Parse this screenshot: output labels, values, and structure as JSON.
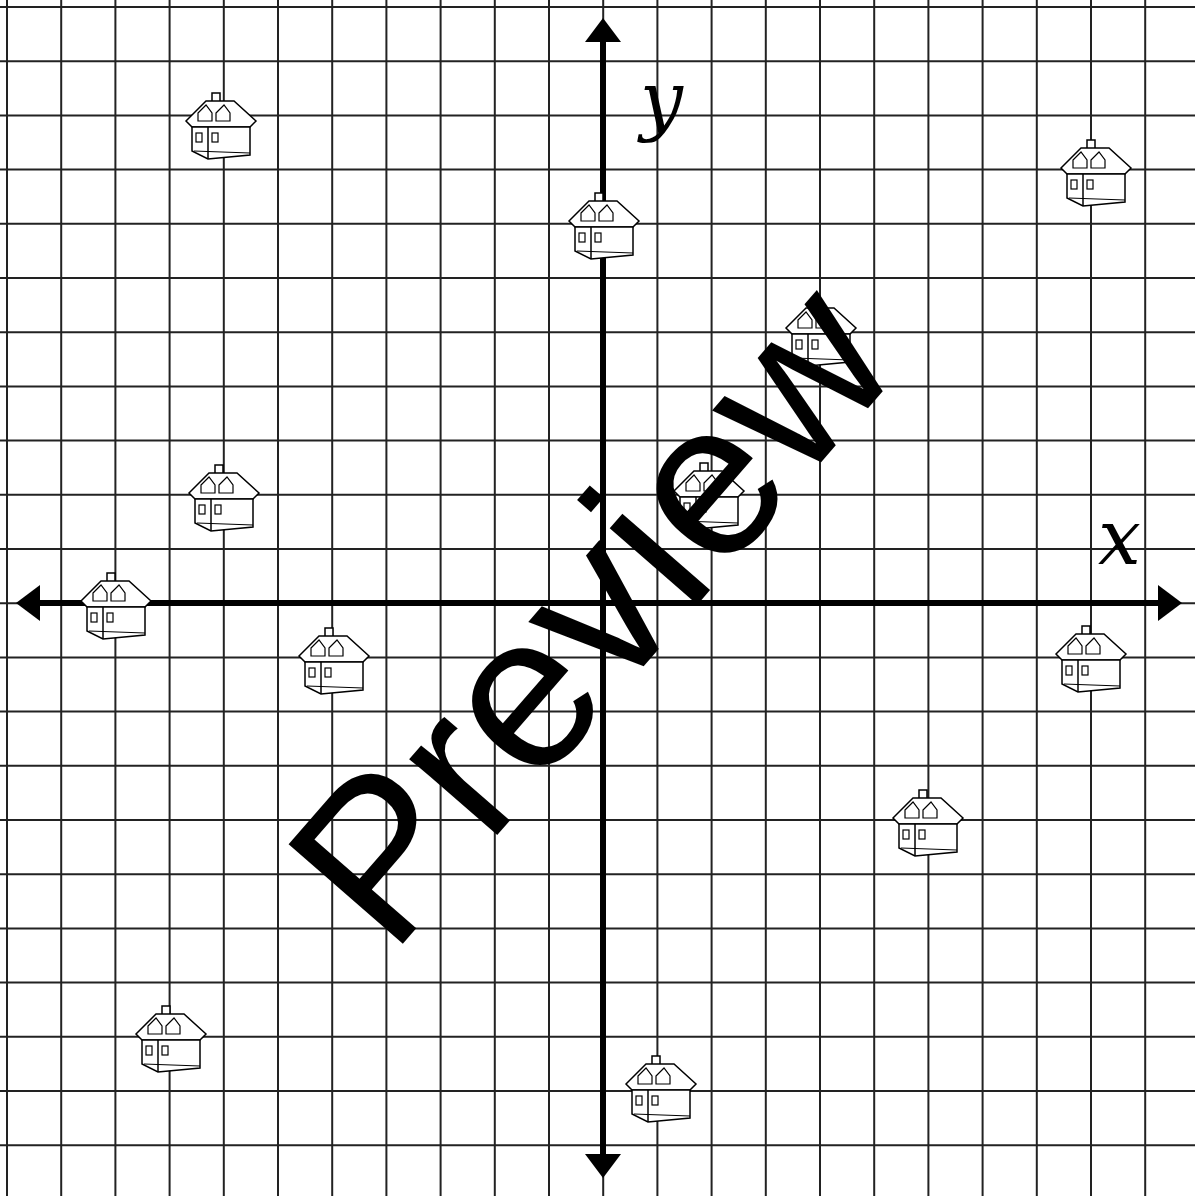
{
  "diagram": {
    "labels": [
      "y",
      "x",
      "Preview"
    ]
  }
}
